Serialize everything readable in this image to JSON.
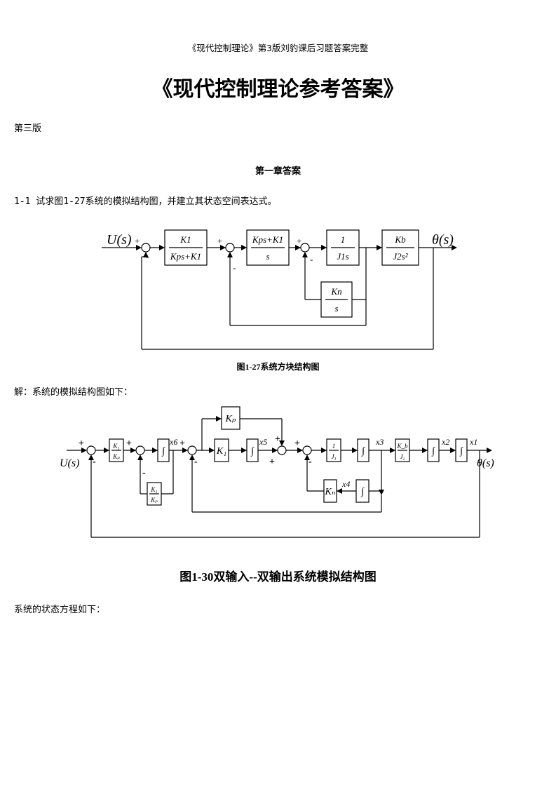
{
  "header": {
    "running_title": "《现代控制理论》第3版刘豹课后习题答案完整"
  },
  "title": "《现代控制理论参考答案》",
  "edition": "第三版",
  "chapter_heading": "第一章答案",
  "problem": {
    "text": "1-1 试求图1-27系统的模拟结构图，并建立其状态空间表达式。"
  },
  "figure1": {
    "caption": "图1-27系统方块结构图",
    "input_label": "U(s)",
    "output_label": "θ(s)",
    "blocks": [
      {
        "num": "K1",
        "den": "Kps+K1"
      },
      {
        "num": "Kps+K1",
        "den": "s"
      },
      {
        "num": "1",
        "den": "J1s"
      },
      {
        "num": "Kb",
        "den": "J2s²"
      },
      {
        "num": "Kn",
        "den": "s"
      }
    ]
  },
  "solution_intro": "解：系统的模拟结构图如下：",
  "figure2": {
    "caption": "图1-30双输入--双输出系统模拟结构图",
    "input_label": "U(s)",
    "output_label": "θ(s)",
    "state_labels": [
      "x6",
      "x5",
      "x3",
      "x2",
      "x1",
      "x4"
    ],
    "gain_blocks": [
      "K1/Kp",
      "K1/Kp",
      "Kp",
      "K1",
      "1/J1",
      "Kb/J2",
      "Kn"
    ]
  },
  "state_equations_intro": "系统的状态方程如下："
}
